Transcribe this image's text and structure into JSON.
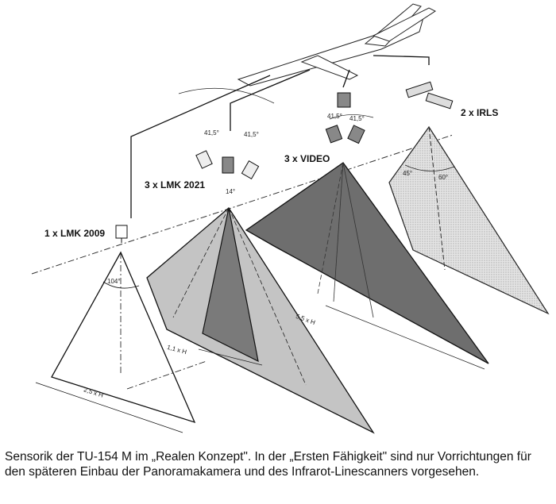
{
  "labels": {
    "lmk2009": "1 x LMK 2009",
    "lmk2021": "3 x LMK 2021",
    "video": "3 x VIDEO",
    "irls": "2 x IRLS"
  },
  "dimensions": {
    "angle_lmk2009": "104°",
    "angle_lmk2021_left": "41,5°",
    "angle_lmk2021_right": "41,5°",
    "angle_lmk2021_center": "14°",
    "angle_video_left": "41,5°",
    "angle_video_right": "41,5°",
    "angle_irls_left": "45°",
    "angle_irls_right": "60°",
    "width_lmk2009": "2,5 x H",
    "width_lmk2021": "1,1 x H",
    "width_video": "5,5 x H"
  },
  "caption": "Sensorik der TU-154 M im „Realen Konzept\". In der „Ersten Fähigkeit\" sind nur Vorrichtungen für den späteren Einbau der Panoramakamera und des Infrarot-Linescanners vorgesehen."
}
